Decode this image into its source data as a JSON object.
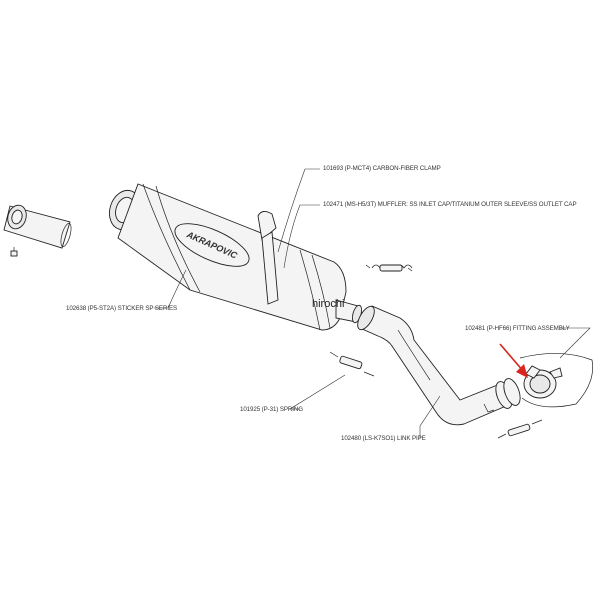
{
  "labels": {
    "clamp": "101693 (P-MCT4)  CARBON-FIBER CLAMP",
    "muffler": "102471 (MS-H5/3T)  MUFFLER: SS INLET CAP/TITANIUM OUTER SLEEVE/SS OUTLET CAP",
    "sticker": "102638 (P5-ST2A)  STICKER SP SERIES",
    "fitting": "102481 (P-HF66)  FITTING ASSEMBLY",
    "spring": "101925 (P-31)  SPRING",
    "link_pipe": "102480 (LS-K7SO1)  LINK PIPE"
  },
  "brand_text": "AKRAPOVIC",
  "watermark": "hirochi",
  "colors": {
    "arrow": "#d8251e",
    "line": "#222222"
  }
}
